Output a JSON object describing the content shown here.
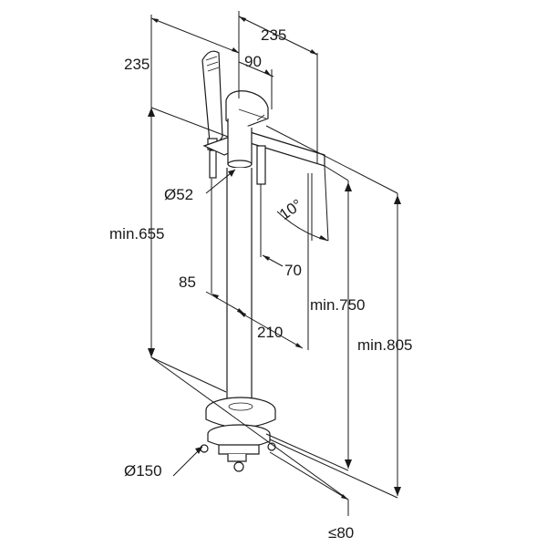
{
  "dimensions": {
    "width_top_right": "235",
    "width_top_left": "235",
    "spout_offset": "90",
    "hand_shower_diameter": "Ø52",
    "tilt_angle": "10°",
    "min_height_hose": "min.655",
    "lever_offset": "70",
    "column_offset": "85",
    "min_height_spout": "min.750",
    "spout_reach": "210",
    "min_height_total": "min.805",
    "base_diameter": "Ø150",
    "floor_depth": "≤80"
  }
}
